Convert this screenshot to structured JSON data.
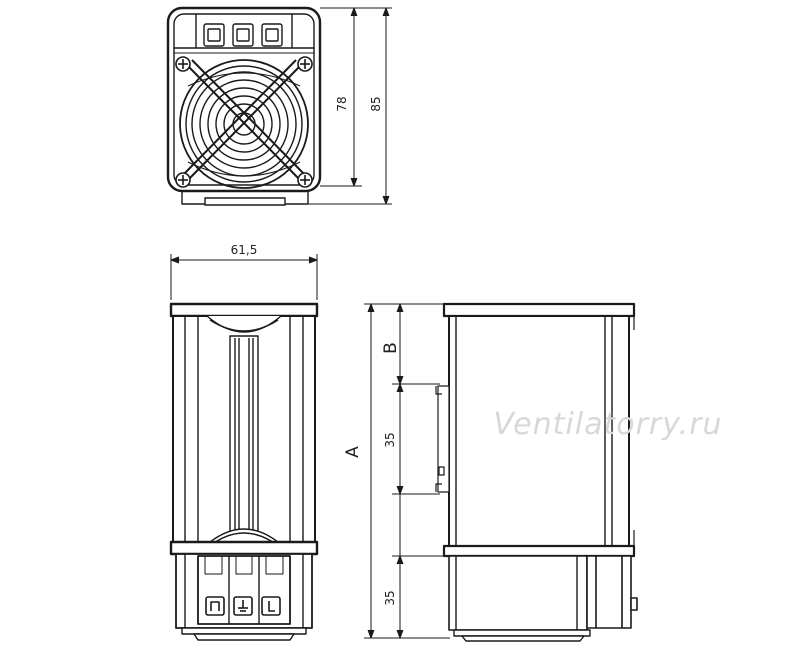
{
  "dimensions": {
    "width_top": "61,5",
    "height_inner": "78",
    "height_outer": "85",
    "label_a": "A",
    "label_b": "B",
    "segment_middle": "35",
    "segment_bottom": "35"
  },
  "watermark": "Ventilatorry.ru",
  "colors": {
    "line": "#1a1a1a",
    "fill": "#ffffff",
    "watermark": "#d8d8d8"
  }
}
